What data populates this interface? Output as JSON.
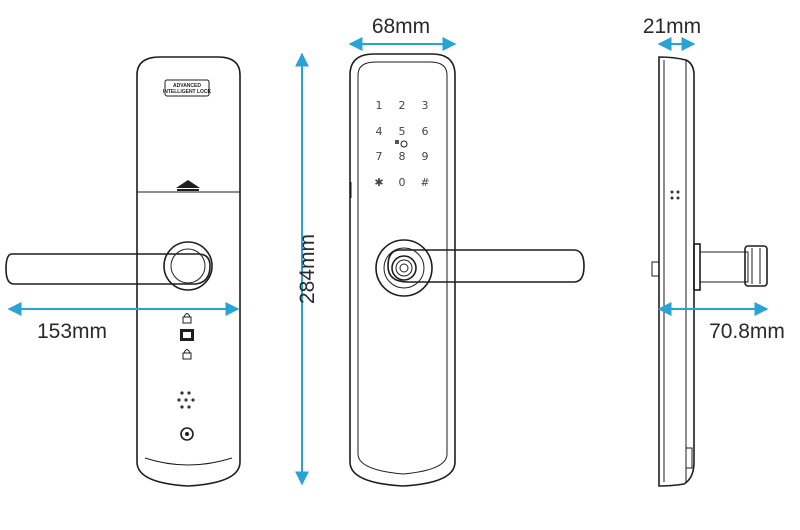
{
  "dimensions": {
    "front_width": "153mm",
    "height": "284mm",
    "keypad_width": "68mm",
    "side_thickness": "21mm",
    "side_depth": "70.8mm"
  },
  "logo": {
    "line1": "ADVANCED",
    "line2": "INTELLIGENT LOCK"
  },
  "keypad": {
    "keys": [
      "1",
      "2",
      "3",
      "4",
      "5",
      "6",
      "7",
      "8",
      "9",
      "✱",
      "0",
      "#"
    ]
  },
  "colors": {
    "dimension_line": "#29a3d6",
    "outline": "#1e1e1e",
    "text": "#2a2a2a"
  }
}
